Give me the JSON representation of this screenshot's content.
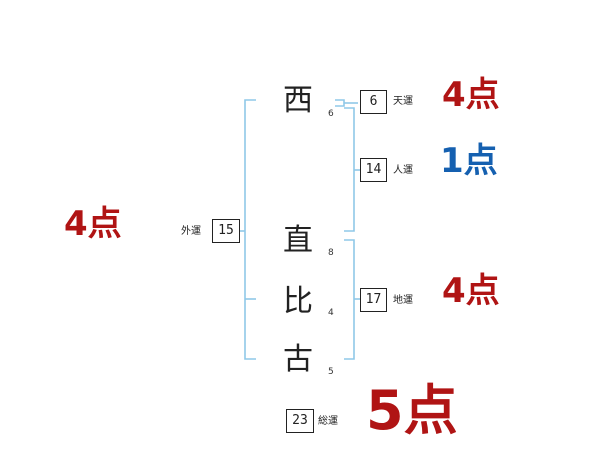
{
  "name_chars": [
    {
      "char": "西",
      "strokes": "6"
    },
    {
      "char": "直",
      "strokes": "8"
    },
    {
      "char": "比",
      "strokes": "4"
    },
    {
      "char": "古",
      "strokes": "5"
    }
  ],
  "fortunes": {
    "tenkaku": {
      "label": "天運",
      "value": "6",
      "score": "4点",
      "color": "#b01414"
    },
    "jinkaku": {
      "label": "人運",
      "value": "14",
      "score": "1点",
      "color": "#1560b0"
    },
    "chikaku": {
      "label": "地運",
      "value": "17",
      "score": "4点",
      "color": "#b01414"
    },
    "gaikaku": {
      "label": "外運",
      "value": "15",
      "score": "4点",
      "color": "#b01414"
    },
    "soukaku": {
      "label": "総運",
      "value": "23",
      "score": "5点",
      "color": "#b01414"
    }
  },
  "colors": {
    "bracket": "#8fc8e8"
  }
}
